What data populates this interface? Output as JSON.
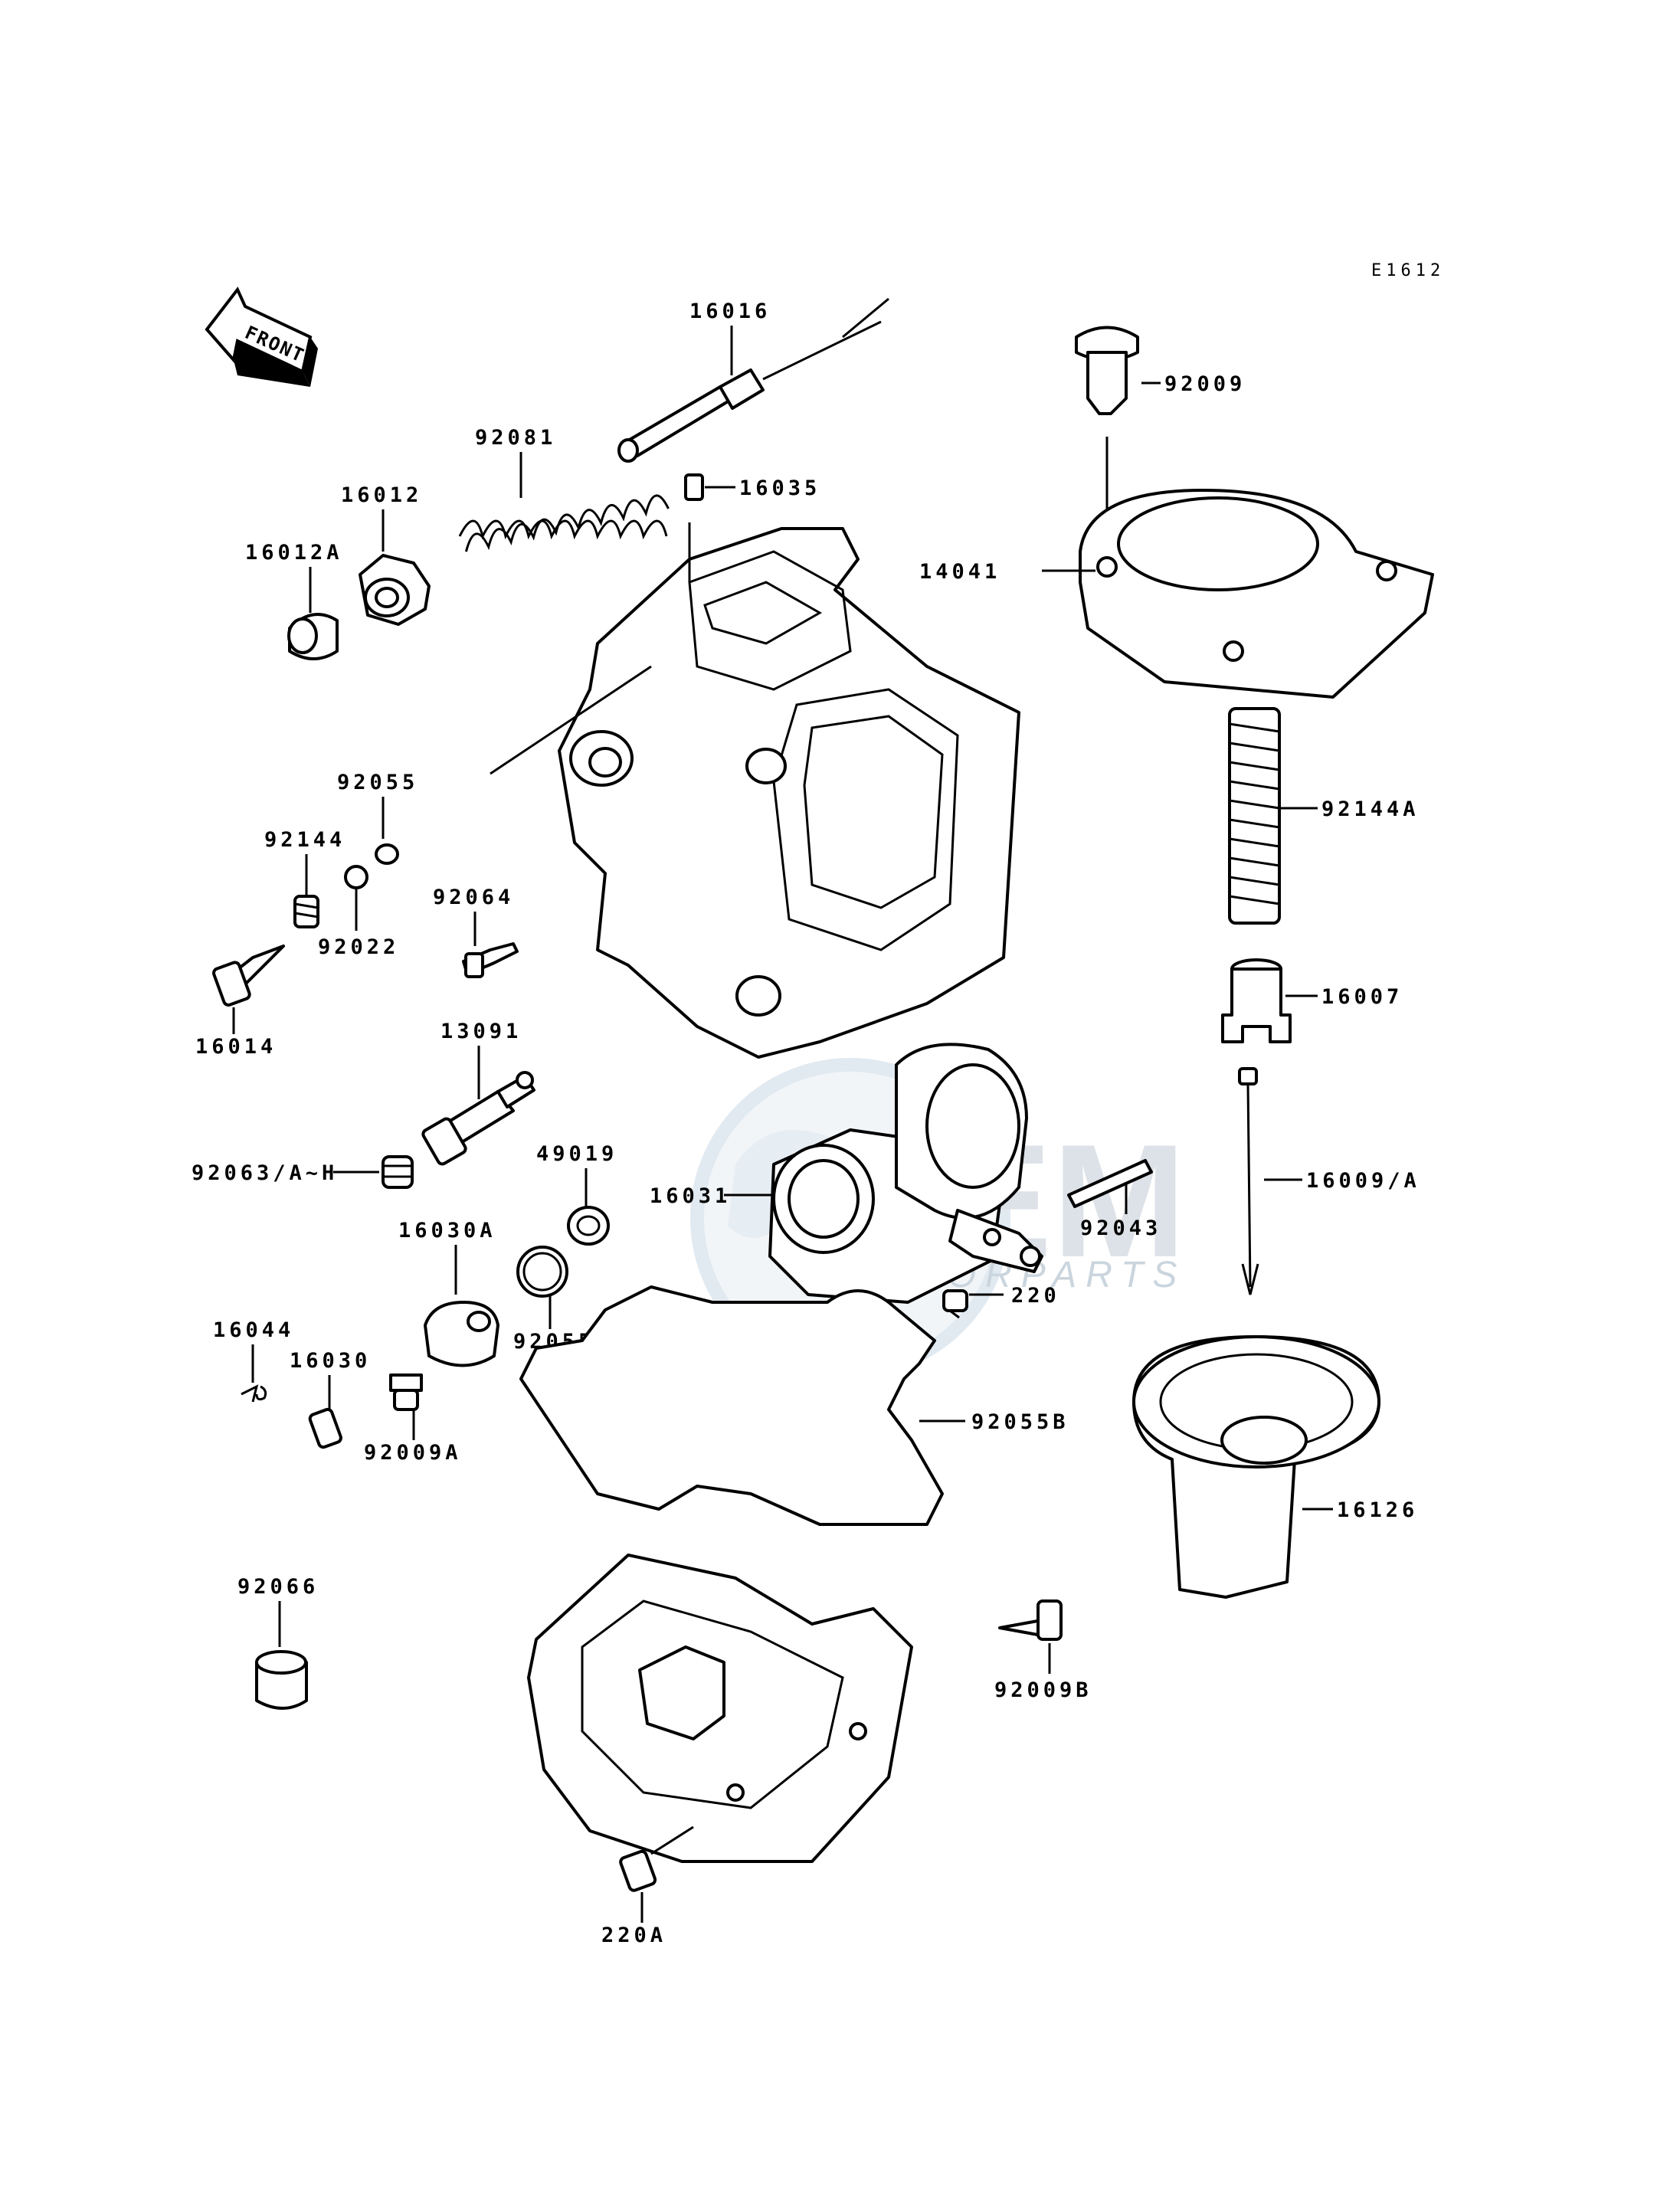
{
  "diagram_code": "E1612",
  "front_label": "FRONT",
  "watermark": {
    "brand": "OEM",
    "tagline": "MOTORPARTS"
  },
  "parts": {
    "p16016": "16016",
    "p92009": "92009",
    "p92081": "92081",
    "p16035": "16035",
    "p16012": "16012",
    "p16012A": "16012A",
    "p14041": "14041",
    "p92055": "92055",
    "p92144": "92144",
    "p92022": "92022",
    "p92064": "92064",
    "p92144A": "92144A",
    "p16014": "16014",
    "p16007": "16007",
    "p13091": "13091",
    "p92063": "92063/A~H",
    "p49019": "49019",
    "p16031": "16031",
    "p16009A": "16009/A",
    "p92043": "92043",
    "p16030A": "16030A",
    "p220": "220",
    "p92055A": "92055A",
    "p16044": "16044",
    "p16030": "16030",
    "p92055B": "92055B",
    "p92009A": "92009A",
    "p16126": "16126",
    "p92066": "92066",
    "p92009B": "92009B",
    "p220A": "220A"
  }
}
